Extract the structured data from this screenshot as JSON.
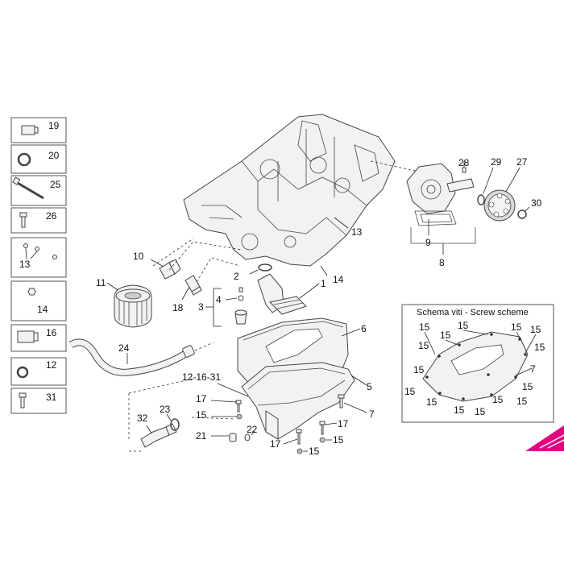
{
  "sidebar_items": [
    {
      "number": "19"
    },
    {
      "number": "20"
    },
    {
      "number": "25"
    },
    {
      "number": "26"
    },
    {
      "number": "13"
    },
    {
      "number": "14"
    },
    {
      "number": "16"
    },
    {
      "number": "12"
    },
    {
      "number": "31"
    }
  ],
  "callouts": {
    "n1": "1",
    "n2": "2",
    "n3": "3",
    "n4": "4",
    "n5": "5",
    "n6": "6",
    "n7": "7",
    "n8": "8",
    "n9": "9",
    "n10": "10",
    "n11": "11",
    "n12_16_31": "12-16-31",
    "n13": "13",
    "n14": "14",
    "n15": "15",
    "n17": "17",
    "n18": "18",
    "n21": "21",
    "n22": "22",
    "n23": "23",
    "n24": "24",
    "n27": "27",
    "n28": "28",
    "n29": "29",
    "n30": "30",
    "n32": "32"
  },
  "screw_scheme": {
    "title": "Schema viti - Screw scheme",
    "screw_label": "15",
    "side_label": "7"
  },
  "colors": {
    "logo_magenta": "#e6007e"
  },
  "logo_icon": "brand-logo-icon"
}
